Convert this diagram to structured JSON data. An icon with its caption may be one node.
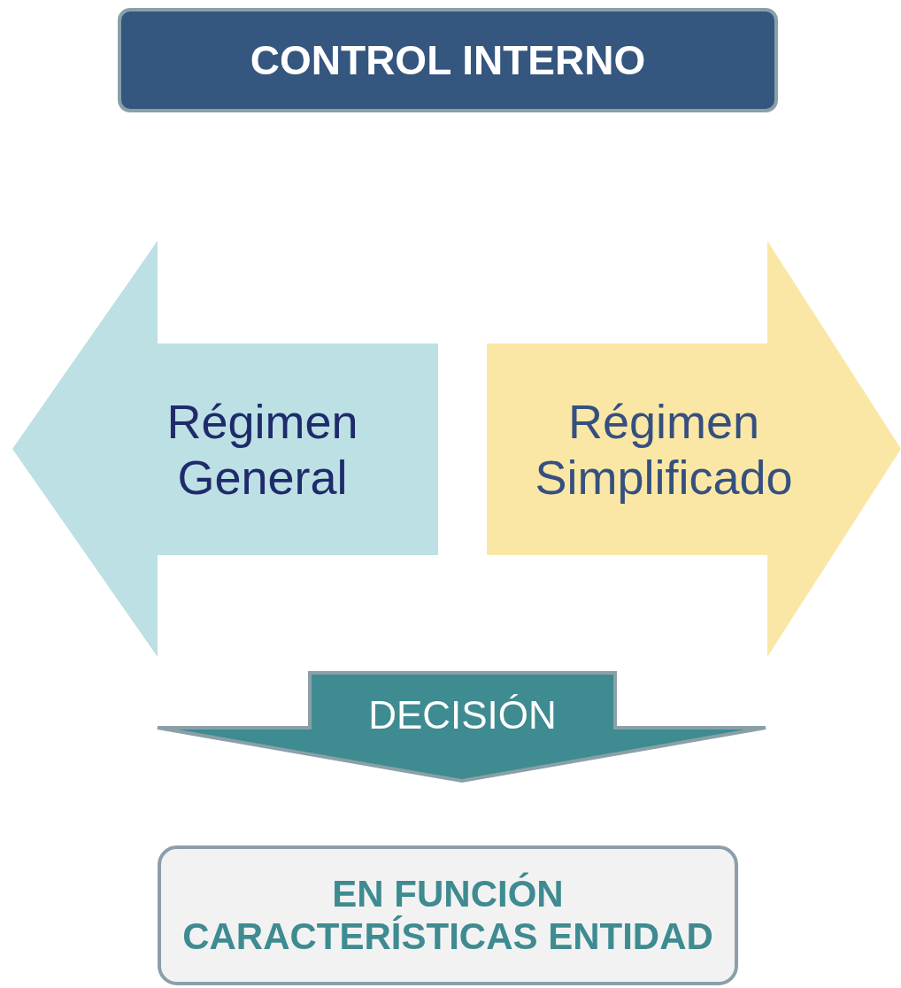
{
  "diagram": {
    "nodes": [
      {
        "text": [
          "CONTROL INTERNO"
        ]
      },
      {
        "text": [
          "Régimen General"
        ]
      },
      {
        "text": [
          "Régimen Simplificado"
        ]
      },
      {
        "text": [
          "DECISIÓN"
        ]
      },
      {
        "text": [
          "EN FUNCIÓN CARACTERÍSTICAS ENTIDAD"
        ]
      }
    ]
  }
}
